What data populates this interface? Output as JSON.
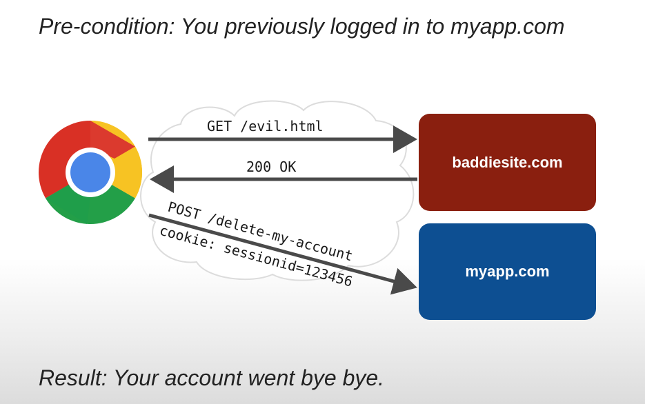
{
  "title": "Pre-condition: You previously logged in to myapp.com",
  "result": "Result: Your account went bye bye.",
  "browser": {
    "icon": "chrome-browser-icon"
  },
  "servers": {
    "baddie": {
      "label": "baddiesite.com",
      "color": "#8a1f0f"
    },
    "myapp": {
      "label": "myapp.com",
      "color": "#0d4f92"
    }
  },
  "requests": {
    "get_evil": "GET /evil.html",
    "ok_200": "200 OK",
    "post_delete": "POST /delete-my-account",
    "cookie": "cookie: sessionid=123456"
  },
  "colors": {
    "arrow": "#4a4a4a",
    "cloud": "#d6d6d6"
  }
}
